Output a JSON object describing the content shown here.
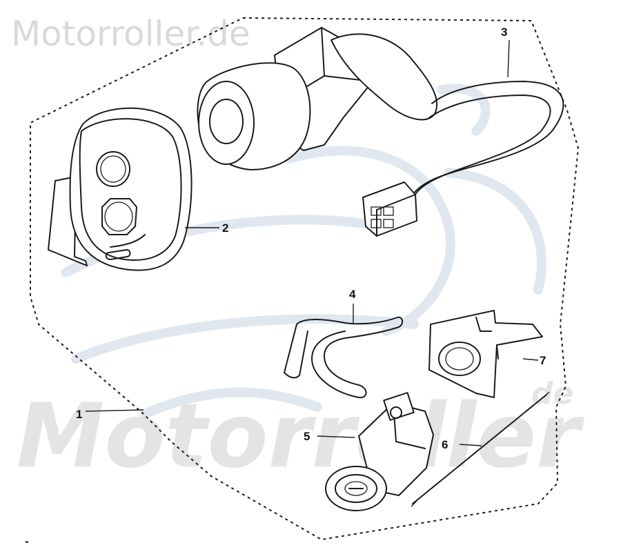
{
  "watermark": {
    "top_text": "Motorroller.de",
    "big_text": "Motorroller",
    "suffix_text": "de"
  },
  "callouts": {
    "c1": "1",
    "c2": "2",
    "c3": "3",
    "c4": "4",
    "c5": "5",
    "c6": "6",
    "c7": "7",
    "c8": "-"
  },
  "parts": [
    {
      "key": "ignition-lock-set",
      "callout": "1"
    },
    {
      "key": "lock-cover",
      "callout": "2"
    },
    {
      "key": "lock-cylinder-with-cable",
      "callout": "3"
    },
    {
      "key": "spring-clip",
      "callout": "4"
    },
    {
      "key": "seat-lock",
      "callout": "5"
    },
    {
      "key": "lock-cable",
      "callout": "6"
    },
    {
      "key": "lock-bracket",
      "callout": "7"
    }
  ],
  "colors": {
    "line": "#1a1a1a",
    "watermark_light": "#d9d9d9",
    "watermark_swoosh": "#c9d4e3",
    "background": "#ffffff"
  }
}
